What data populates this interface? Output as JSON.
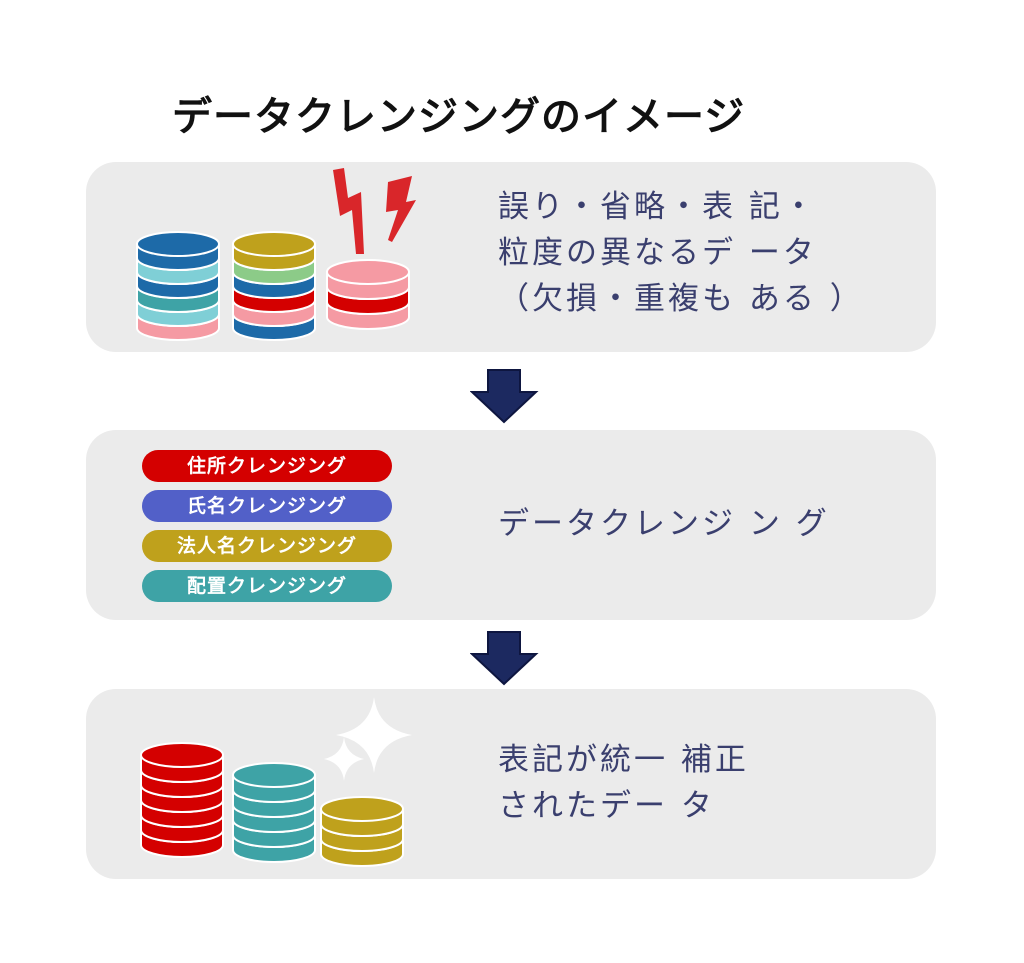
{
  "title": "データクレンジングのイメージ",
  "colors": {
    "panel_bg": "#ebebeb",
    "text": "#3a3f6e",
    "arrow": "#1c2960",
    "red": "#d40000",
    "blue": "#1d6aa8",
    "light_blue": "#7fcfd6",
    "teal": "#3ea3a6",
    "olive": "#bfa11c",
    "green": "#8ccb88",
    "pink": "#f59aa3"
  },
  "panels": [
    {
      "text_lines": [
        "誤り・省略・表 記・",
        "粒度の異なるデ ータ",
        "（欠損・重複も ある ）"
      ]
    },
    {
      "text_lines": [
        "データクレンジ ン グ"
      ],
      "pills": [
        {
          "label": "住所クレンジング",
          "color": "#d40000"
        },
        {
          "label": "氏名クレンジング",
          "color": "#5260c8"
        },
        {
          "label": "法人名クレンジング",
          "color": "#bfa11c"
        },
        {
          "label": "配置クレンジング",
          "color": "#3ea3a6"
        }
      ]
    },
    {
      "text_lines": [
        "表記が統一 補正",
        "されたデー タ"
      ]
    }
  ],
  "icons": [
    "database-stack-icon",
    "lightning-icon",
    "arrow-down-icon",
    "sparkle-icon"
  ]
}
